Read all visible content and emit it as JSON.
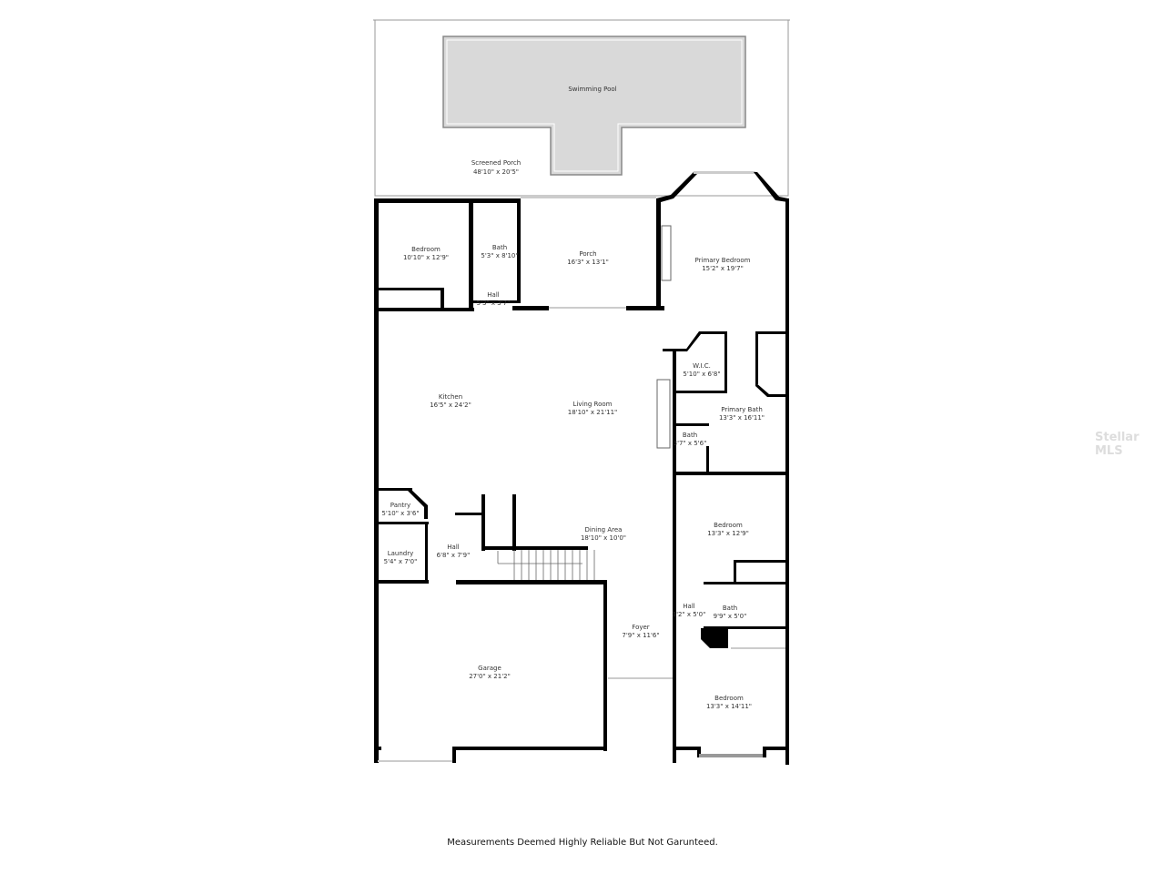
{
  "rooms": {
    "pool": {
      "name": "Swimming Pool"
    },
    "screened_porch": {
      "name": "Screened Porch",
      "size": "48'10\" x 20'5\""
    },
    "bedroom1": {
      "name": "Bedroom",
      "size": "10'10\" x 12'9\""
    },
    "bath1": {
      "name": "Bath",
      "size": "5'3\" x 8'10\""
    },
    "hall1": {
      "name": "Hall",
      "size": "5'3\" x 3'7\""
    },
    "porch": {
      "name": "Porch",
      "size": "16'3\" x 13'1\""
    },
    "primary_bedroom": {
      "name": "Primary Bedroom",
      "size": "15'2\" x 19'7\""
    },
    "wic": {
      "name": "W.I.C.",
      "size": "5'10\" x 6'8\""
    },
    "primary_bath": {
      "name": "Primary Bath",
      "size": "13'3\" x 16'11\""
    },
    "bath2": {
      "name": "Bath",
      "size": "3'7\" x 5'6\""
    },
    "kitchen": {
      "name": "Kitchen",
      "size": "16'5\" x 24'2\""
    },
    "living": {
      "name": "Living Room",
      "size": "18'10\" x 21'11\""
    },
    "pantry": {
      "name": "Pantry",
      "size": "5'10\" x 3'6\""
    },
    "laundry": {
      "name": "Laundry",
      "size": "5'4\" x 7'0\""
    },
    "hall2": {
      "name": "Hall",
      "size": "6'8\" x 7'9\""
    },
    "dining": {
      "name": "Dining Area",
      "size": "18'10\" x 10'0\""
    },
    "bedroom2": {
      "name": "Bedroom",
      "size": "13'3\" x 12'9\""
    },
    "hall3": {
      "name": "Hall",
      "size": "3'2\" x 5'0\""
    },
    "bath3": {
      "name": "Bath",
      "size": "9'9\" x 5'0\""
    },
    "foyer": {
      "name": "Foyer",
      "size": "7'9\" x 11'6\""
    },
    "garage": {
      "name": "Garage",
      "size": "27'0\" x 21'2\""
    },
    "bedroom3": {
      "name": "Bedroom",
      "size": "13'3\" x 14'11\""
    }
  },
  "footer": "Measurements Deemed Highly Reliable But Not Garunteed.",
  "watermark": "Stellar MLS",
  "colors": {
    "wall": "#000000",
    "pool": "#d9d9d9"
  }
}
